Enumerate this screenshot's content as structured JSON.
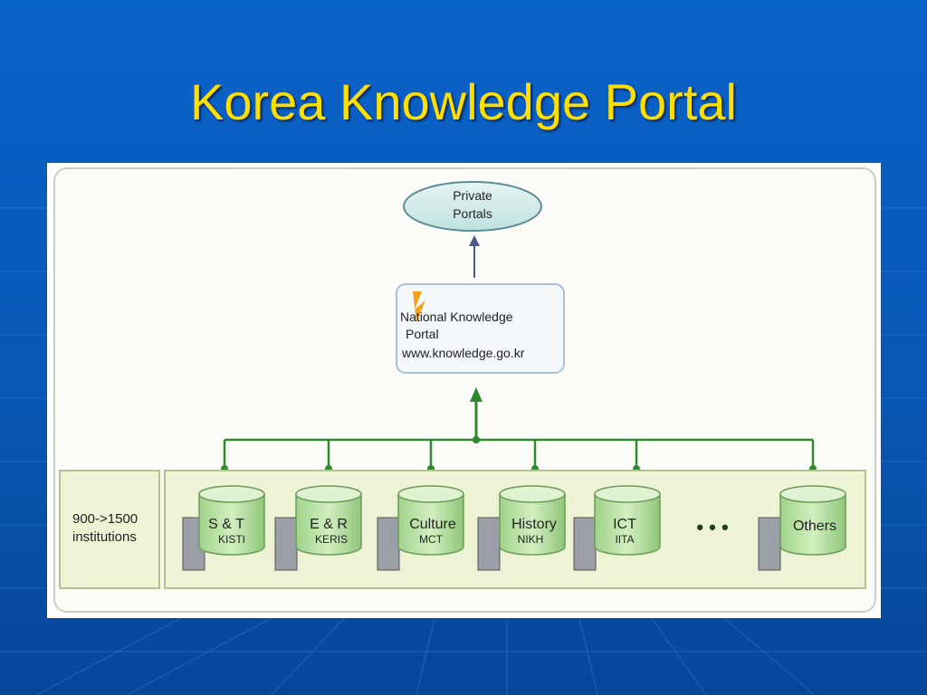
{
  "title": "Korea Knowledge Portal",
  "diagram": {
    "private_portals": [
      "Private",
      "Portals"
    ],
    "national_portal": [
      "National Knowledge",
      "Portal",
      "www.knowledge.go.kr"
    ],
    "institutions": [
      "900->1500",
      "institutions"
    ],
    "databases": [
      {
        "name": "S & T",
        "sub": "KISTI"
      },
      {
        "name": "E & R",
        "sub": "KERIS"
      },
      {
        "name": "Culture",
        "sub": "MCT"
      },
      {
        "name": "History",
        "sub": "NIKH"
      },
      {
        "name": "ICT",
        "sub": "IITA"
      },
      {
        "name": "Others",
        "sub": ""
      }
    ],
    "ellipsis": "• • •"
  },
  "colors": {
    "background": "#0857b5",
    "title": "#ffde00",
    "connector": "#2d8a2d",
    "db_fill": "#b8e0a0",
    "panel_fill": "#eef3d6"
  }
}
